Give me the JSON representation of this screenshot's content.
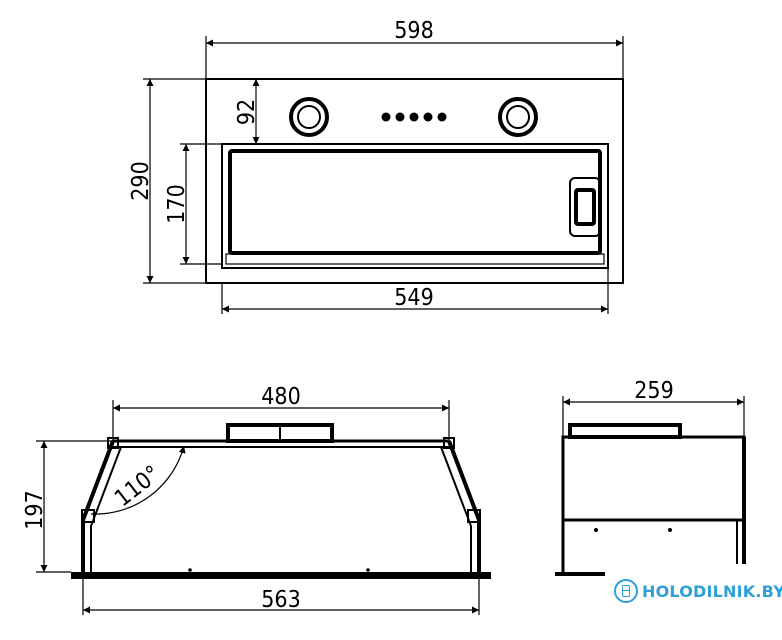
{
  "dimensions": {
    "total_width": "598",
    "total_height": "290",
    "panel_offset": "92",
    "filter_height": "170",
    "inner_width": "549",
    "top_width": "480",
    "side_height": "197",
    "angle": "110°",
    "bottom_width": "563",
    "depth": "259"
  },
  "controls": {
    "knob_count": 2,
    "button_count": 5
  },
  "brand": {
    "name": "HOLODILNIK.BY",
    "icon": "fridge-icon",
    "color": "#2f9fd8"
  }
}
